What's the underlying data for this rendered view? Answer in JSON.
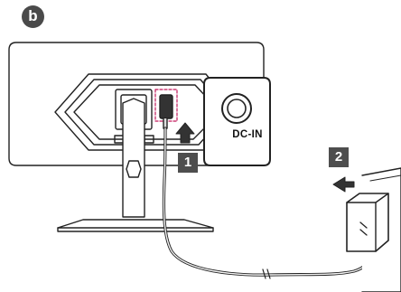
{
  "figure": {
    "badge": "b",
    "port_label": "DC-IN",
    "steps": [
      "1",
      "2"
    ]
  },
  "icons": [
    "up-arrow-icon",
    "left-arrow-icon",
    "power-adapter-icon",
    "dc-in-port-icon",
    "wall-outlet-icon"
  ],
  "colors": {
    "badge": "#4a4a4a",
    "step_box": "#4e4e4e",
    "line": "#222222",
    "highlight_dashed": "#c2185b",
    "cable_fill": "#f2f2f2"
  }
}
